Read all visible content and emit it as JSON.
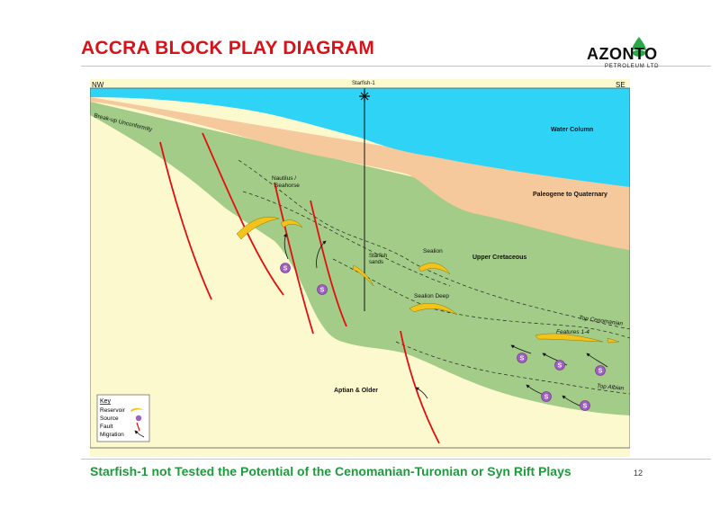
{
  "title": "ACCRA BLOCK PLAY DIAGRAM",
  "logo": {
    "word": "AZONTO",
    "sub": "PETROLEUM LTD"
  },
  "directions": {
    "left": "NW",
    "right": "SE"
  },
  "well": "Starfish-1",
  "labels": {
    "unconformity": "Break-up Unconformity",
    "water": "Water Column",
    "paleogene": "Paleogene to Quaternary",
    "upper_cretaceous": "Upper Cretaceous",
    "nautilus": "Nautilus /",
    "seahorse": "Seahorse",
    "sealion": "Sealion",
    "sealion_deep": "Sealion Deep",
    "starfish": "Starfish",
    "sands": "sands",
    "top_cenomanian": "Top Cenomanian",
    "features": "Features 1-4",
    "top_albian": "Top Albian",
    "aptian": "Aptian & Older",
    "source_letter": "S"
  },
  "key": {
    "title": "Key",
    "reservoir": "Reservoir",
    "source": "Source",
    "fault": "Fault",
    "migration": "Migration"
  },
  "colors": {
    "water": "#2fd3f5",
    "paleogene": "#f6c99c",
    "upper_cretaceous": "#a3cc88",
    "basement": "#fdf9cf",
    "fault": "#e01010",
    "reservoir": "#f3c21b",
    "source": "#a060c0",
    "title": "#d4141a",
    "footer": "#1f9a3d"
  },
  "footer": "Starfish-1 not Tested the Potential of the Cenomanian-Turonian or Syn Rift Plays",
  "page_number": "12"
}
